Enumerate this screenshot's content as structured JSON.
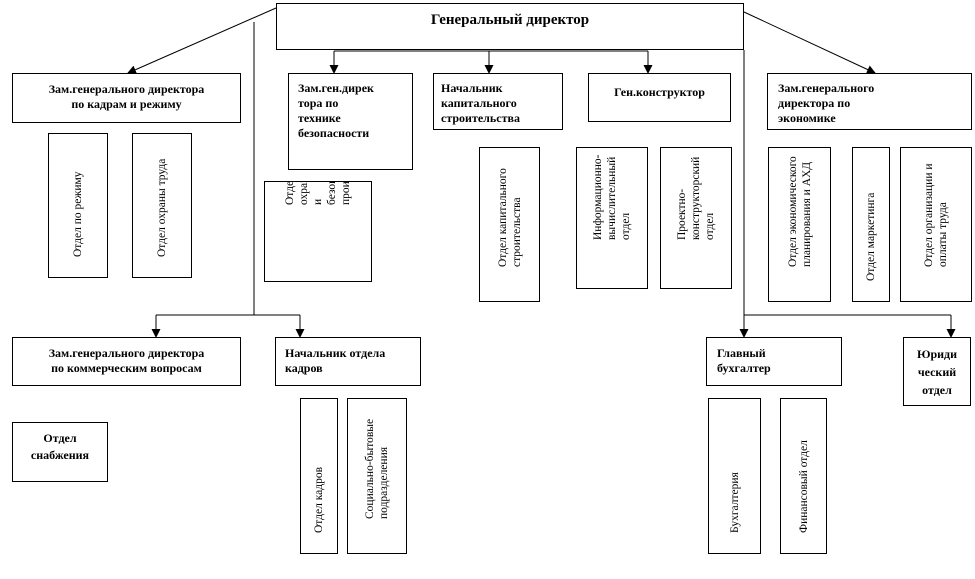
{
  "ceo": "Генеральный директор",
  "heads": {
    "hr_deputy": [
      "Зам.генерального директора",
      "по кадрам и режиму"
    ],
    "safety_deputy": [
      "Зам.ген.дирек",
      "тора по",
      "технике",
      "безопасности"
    ],
    "construction_head": [
      "Начальник",
      "капитального",
      "строительства"
    ],
    "chief_designer": [
      "Ген.конструктор"
    ],
    "economics_deputy": [
      "Зам.генерального",
      "директора по",
      "экономике"
    ],
    "commercial_deputy": [
      "Зам.генерального директора",
      "по коммерческим вопросам"
    ],
    "hr_head": [
      "Начальник отдела",
      "кадров"
    ],
    "chief_accountant": [
      "Главный",
      "бухгалтер"
    ],
    "legal": [
      "Юриди",
      "ческий",
      "отдел"
    ],
    "supply": [
      "Отдел",
      "снабжения"
    ]
  },
  "departments": {
    "regime": [
      "Отдел по режиму"
    ],
    "labor_protection": [
      "Отдел охраны труда"
    ],
    "labor_safety_prod": [
      "Отдел",
      "охраны труда",
      "и",
      "безопасности",
      "производства"
    ],
    "capital_construction": [
      "Отдел капитального",
      "строительства"
    ],
    "info_computing": [
      "Информационно-",
      "вычислительный",
      "отдел"
    ],
    "design_engineering": [
      "Проектно-",
      "конструкторский",
      "отдел"
    ],
    "economic_planning": [
      "Отдел экономического",
      "планирования и АХД"
    ],
    "marketing": [
      "Отдел маркетинга"
    ],
    "labor_org": [
      "Отдел организации и",
      "оплаты труда"
    ],
    "personnel": [
      "Отдел кадров"
    ],
    "social": [
      "Социально-бытовые",
      "подразделения"
    ],
    "accounting": [
      "Бухгалтерия"
    ],
    "finance": [
      "Финансовый отдел"
    ]
  }
}
